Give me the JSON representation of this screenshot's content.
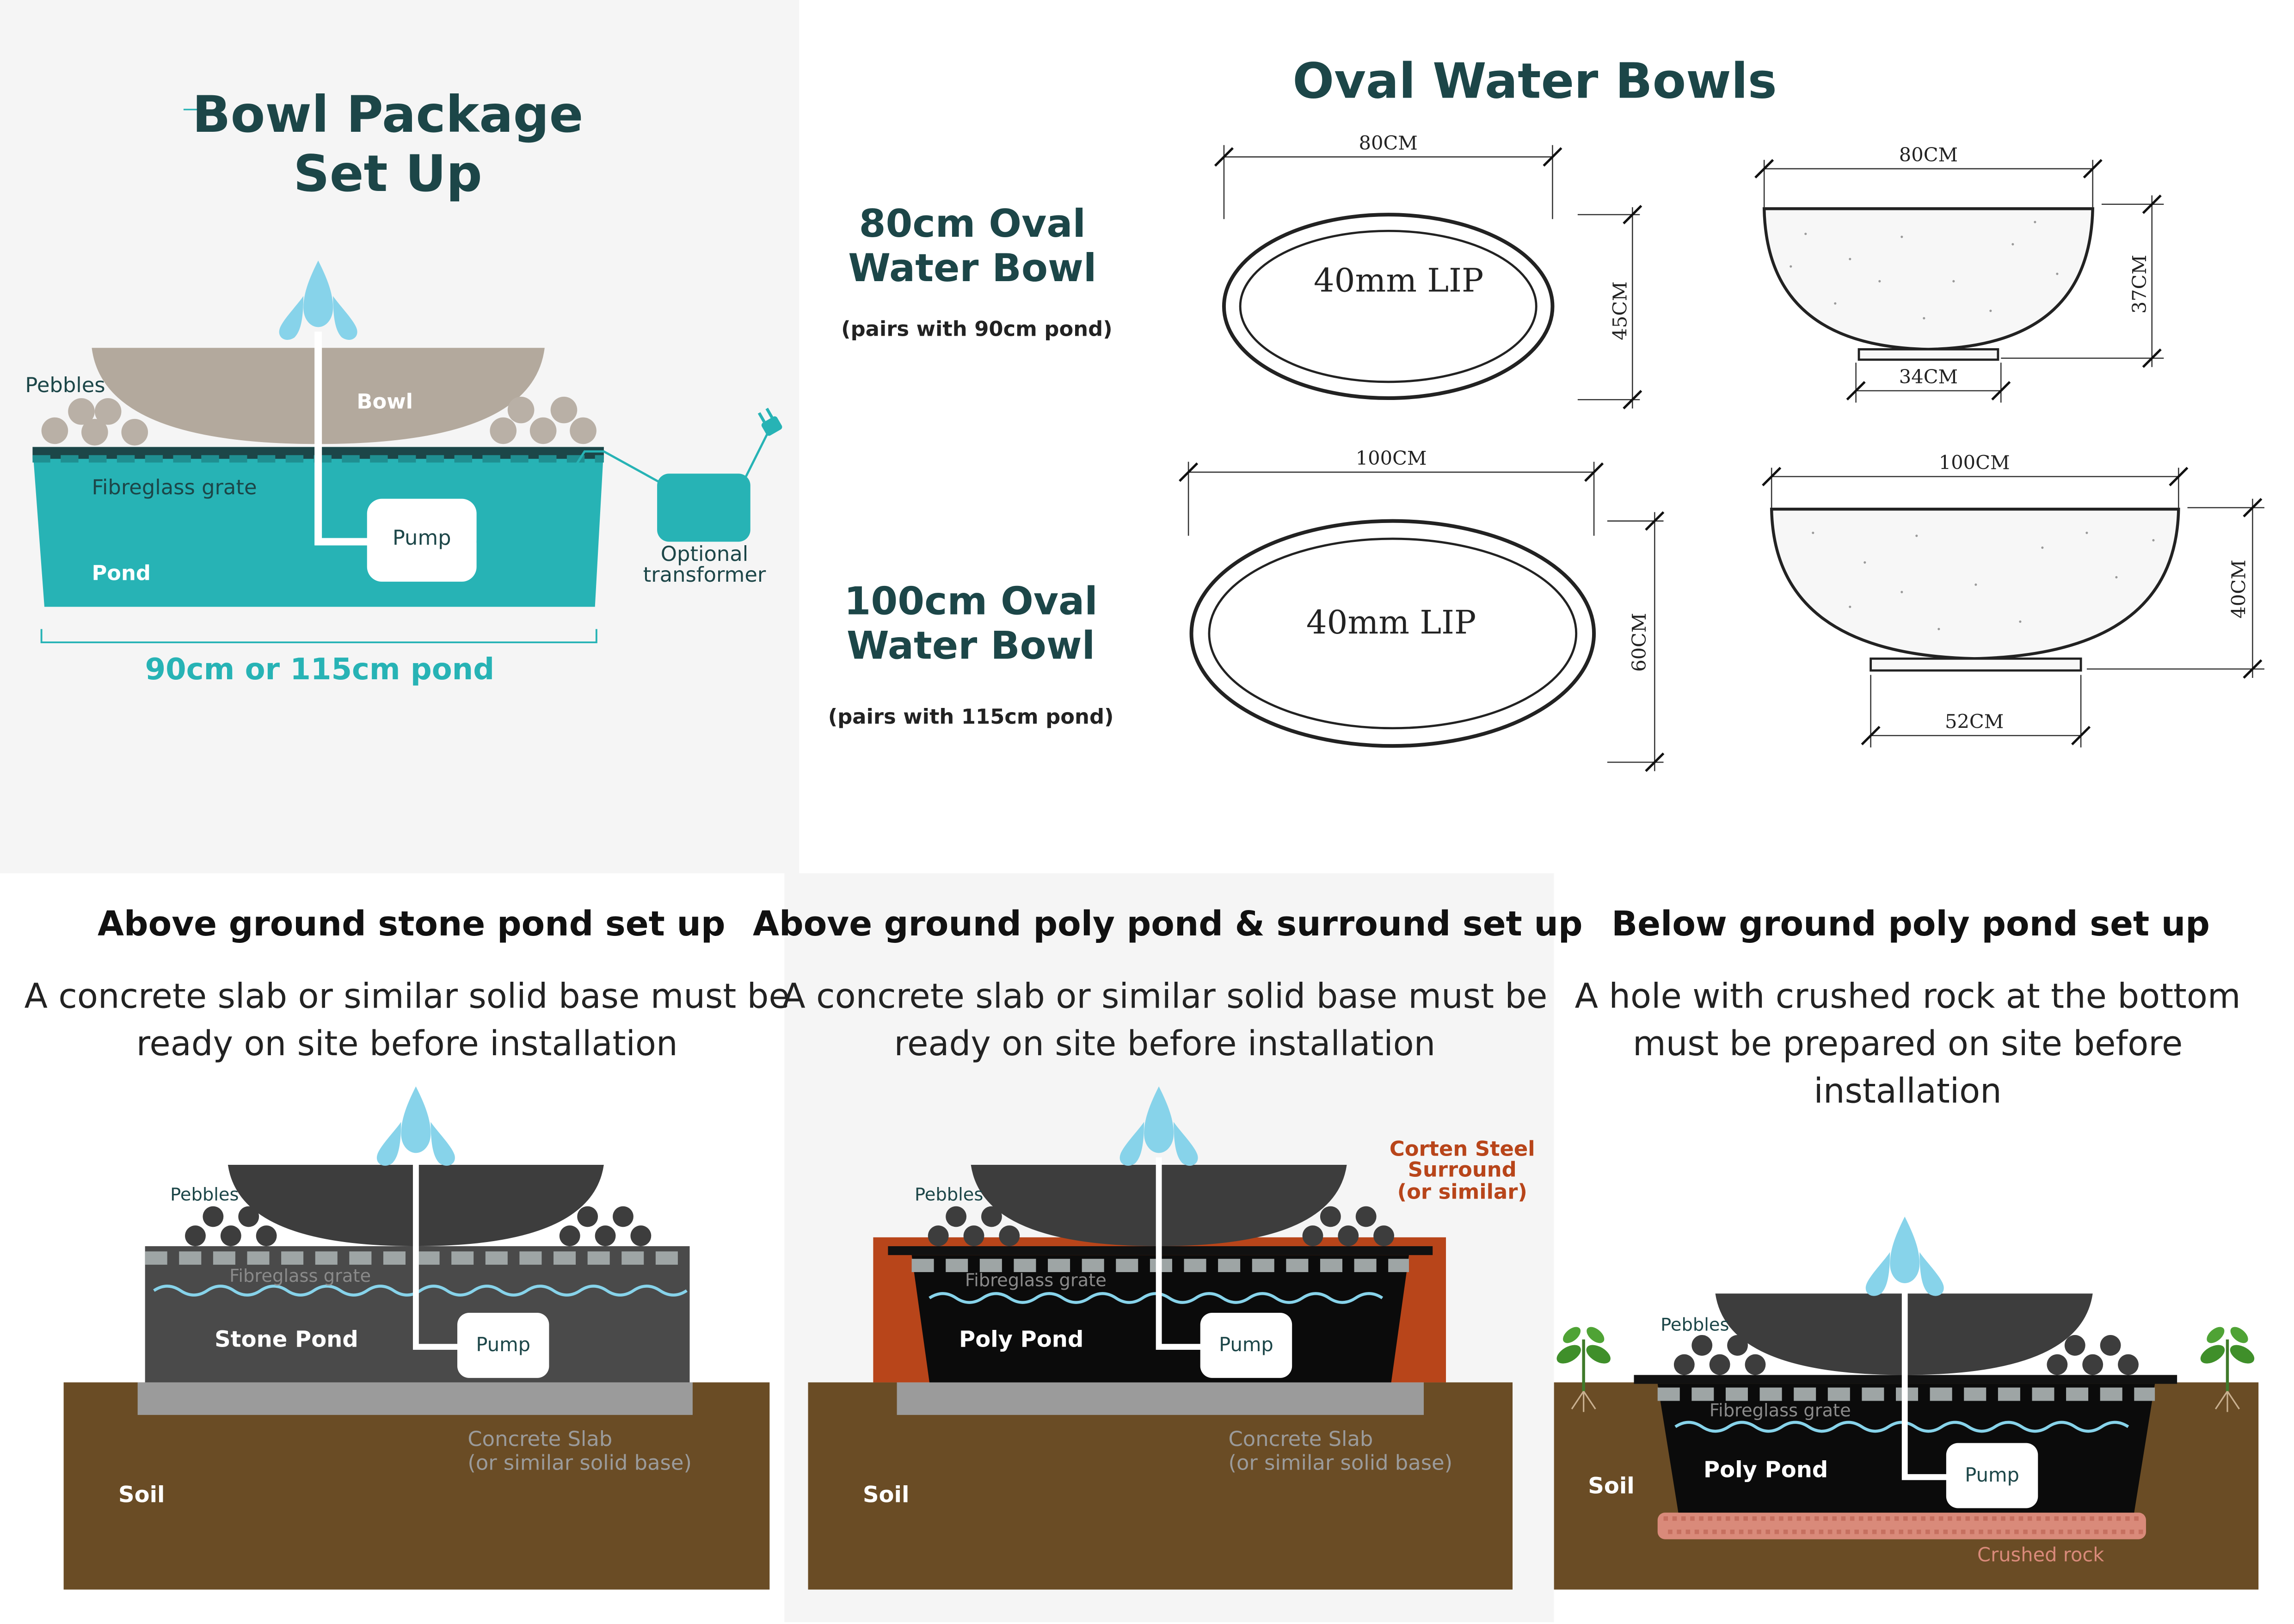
{
  "colors": {
    "teal": "#27b3b5",
    "dark_teal": "#1c4648",
    "bowl_beige": "#b3a99d",
    "pebble_beige": "#b9b0a6",
    "water_blue": "#87d3ea",
    "stone_grey": "#4a4a4a",
    "dark_grey": "#3d3d3d",
    "soil": "#6a4c25",
    "slab_grey": "#9b9b9b",
    "corten": "#b8451a",
    "crushed_rock": "#d98a7a",
    "panel_bg": "#f5f5f5"
  },
  "package": {
    "title_line1": "Bowl Package",
    "title_line2": "Set Up",
    "pebbles": "Pebbles",
    "bowl": "Bowl",
    "grate": "Fibreglass grate",
    "pump": "Pump",
    "pond": "Pond",
    "transformer_line1": "Optional",
    "transformer_line2": "transformer",
    "size_label": "90cm or 115cm pond"
  },
  "bowls": {
    "title": "Oval Water Bowls",
    "small": {
      "name_line1": "80cm Oval",
      "name_line2": "Water Bowl",
      "note": "(pairs with 90cm pond)",
      "top_width": "80CM",
      "top_depth": "45CM",
      "lip": "40mm LIP",
      "side_width": "80CM",
      "side_height": "37CM",
      "base_width": "34CM"
    },
    "large": {
      "name_line1": "100cm Oval",
      "name_line2": "Water Bowl",
      "note": "(pairs with 115cm pond)",
      "top_width": "100CM",
      "top_depth": "60CM",
      "lip": "40mm LIP",
      "side_width": "100CM",
      "side_height": "40CM",
      "base_width": "52CM"
    }
  },
  "setups": {
    "stone": {
      "title": "Above ground stone pond set up",
      "desc_line1": "A concrete slab or similar solid base must be",
      "desc_line2": "ready on site before installation",
      "pebbles": "Pebbles",
      "grate": "Fibreglass grate",
      "pond": "Stone Pond",
      "pump": "Pump",
      "slab_line1": "Concrete Slab",
      "slab_line2": "(or similar solid base)",
      "soil": "Soil"
    },
    "poly_surround": {
      "title": "Above ground poly pond & surround set up",
      "desc_line1": "A concrete slab or similar solid base must be",
      "desc_line2": "ready on site before installation",
      "pebbles": "Pebbles",
      "grate": "Fibreglass grate",
      "pond": "Poly Pond",
      "pump": "Pump",
      "surround_line1": "Corten Steel",
      "surround_line2": "Surround",
      "surround_line3": "(or similar)",
      "slab_line1": "Concrete Slab",
      "slab_line2": "(or similar solid base)",
      "soil": "Soil"
    },
    "below": {
      "title": "Below ground poly pond set up",
      "desc_line1": "A hole with crushed rock at the bottom",
      "desc_line2": "must be prepared on site before",
      "desc_line3": "installation",
      "pebbles": "Pebbles",
      "grate": "Fibreglass grate",
      "pond": "Poly Pond",
      "pump": "Pump",
      "soil": "Soil",
      "rock": "Crushed rock"
    }
  }
}
